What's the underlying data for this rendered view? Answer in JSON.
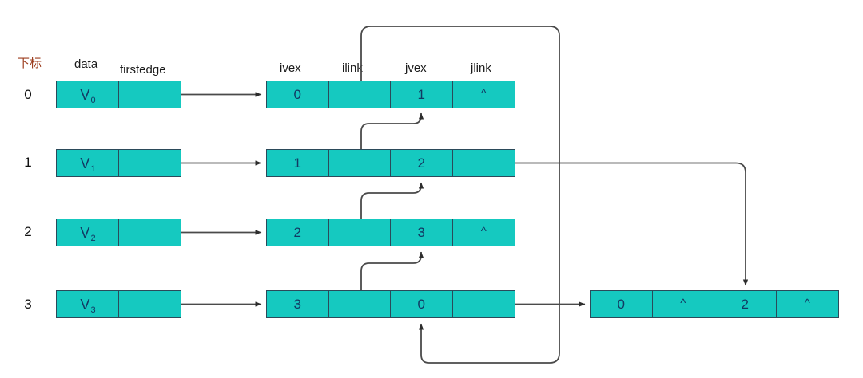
{
  "diagram": {
    "title_labels": {
      "index_header": "下标",
      "data_header": "data",
      "firstedge_header": "firstedge",
      "ivex_header": "ivex",
      "ilink_header": "ilink",
      "jvex_header": "jvex",
      "jlink_header": "jlink"
    },
    "colors": {
      "node_fill": "#15c9c0",
      "node_border": "#2b4a5a",
      "text": "#123a63",
      "wire": "#4a4a4a",
      "cjk_label": "#9c3d1e"
    },
    "vertex_rows": [
      {
        "index": "0",
        "data": "V",
        "sub": "0",
        "firstedge": ""
      },
      {
        "index": "1",
        "data": "V",
        "sub": "1",
        "firstedge": ""
      },
      {
        "index": "2",
        "data": "V",
        "sub": "2",
        "firstedge": ""
      },
      {
        "index": "3",
        "data": "V",
        "sub": "3",
        "firstedge": ""
      }
    ],
    "edge_nodes": [
      {
        "ivex": "0",
        "ilink": "",
        "jvex": "1",
        "jlink": "^"
      },
      {
        "ivex": "1",
        "ilink": "",
        "jvex": "2",
        "jlink": ""
      },
      {
        "ivex": "2",
        "ilink": "",
        "jvex": "3",
        "jlink": "^"
      },
      {
        "ivex": "3",
        "ilink": "",
        "jvex": "0",
        "jlink": ""
      }
    ],
    "tail_node": {
      "ivex": "0",
      "ilink": "^",
      "jvex": "2",
      "jlink": "^"
    }
  }
}
